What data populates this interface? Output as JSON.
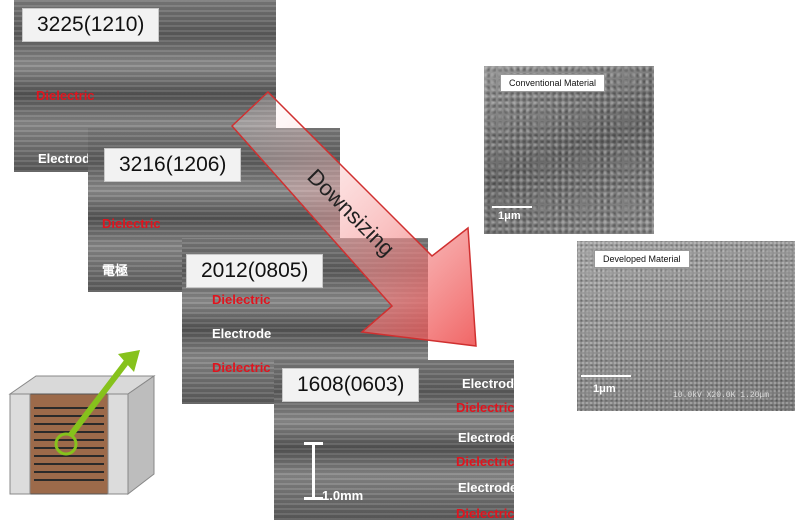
{
  "panels": {
    "p3225": {
      "title": "3225(1210)",
      "dielectric": "Dielectric",
      "electrode": "Electrode"
    },
    "p3216": {
      "title": "3216(1206)",
      "dielectric": "Dielectric",
      "electrode_jp": "電極"
    },
    "p2012": {
      "title": "2012(0805)",
      "dielectric_top": "Dielectric",
      "electrode": "Electrode",
      "dielectric_bottom": "Dielectric"
    },
    "p1608": {
      "title": "1608(0603)",
      "layers": [
        "Electrode",
        "Dielectric",
        "Electrode",
        "Dielectric",
        "Electrode",
        "Dielectric"
      ],
      "scale": "1.0mm"
    }
  },
  "arrow": {
    "label": "Downsizing"
  },
  "conventional": {
    "title": "Conventional Material",
    "scale": "1μm"
  },
  "developed": {
    "title": "Developed Material",
    "scale": "1μm",
    "footer": "10.0kV X20.0K 1.20μm"
  },
  "colors": {
    "dielectric_text": "#e0141e",
    "arrow_fill": "#f08080",
    "arrow_stroke": "#d03030",
    "chip_body": "#9c6a4a",
    "highlight_arrow": "#86c21c"
  },
  "icons": {
    "chip": "mlcc-chip-icon",
    "arrow": "downsizing-arrow-icon"
  }
}
